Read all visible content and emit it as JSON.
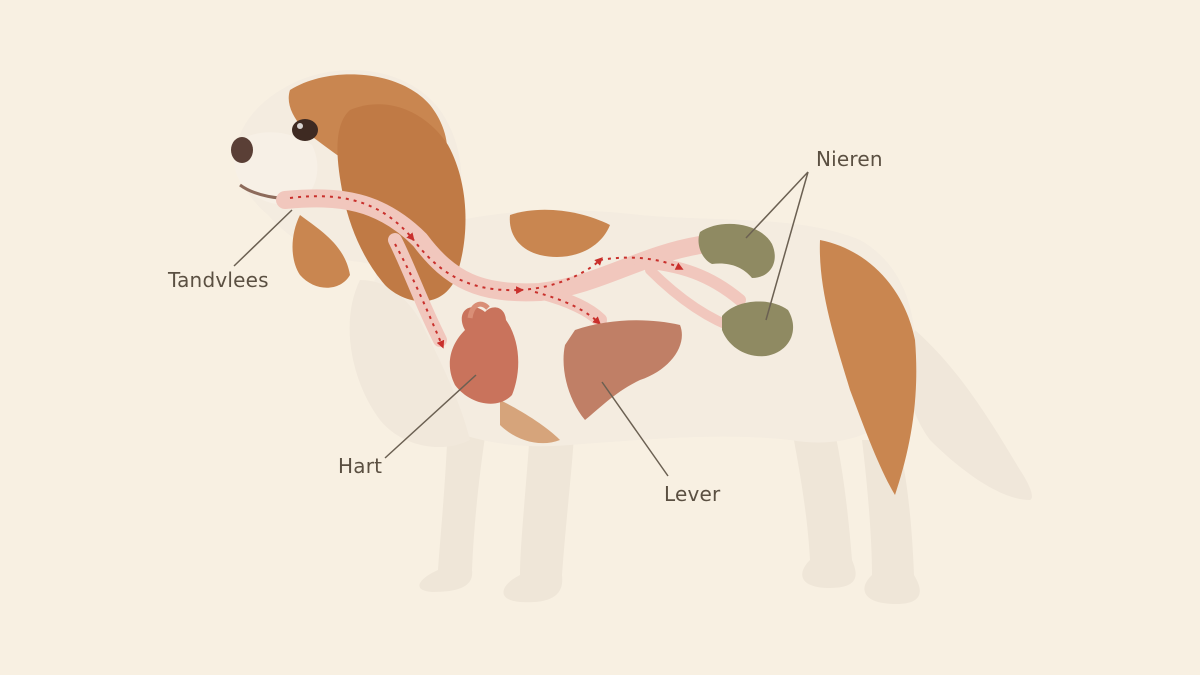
{
  "labels": {
    "gums": "Tandvlees",
    "heart": "Hart",
    "liver": "Lever",
    "kidneys": "Nieren"
  },
  "colors": {
    "background": "#f8f0e2",
    "coat_white": "#f4ece0",
    "coat_brown": "#c98650",
    "vessel": "#f1c7bd",
    "flow_arrow": "#c9302c",
    "heart": "#c9735c",
    "liver": "#c07f66",
    "kidney": "#8f8a62",
    "leader_line": "#6b6052",
    "text": "#5b5042"
  }
}
